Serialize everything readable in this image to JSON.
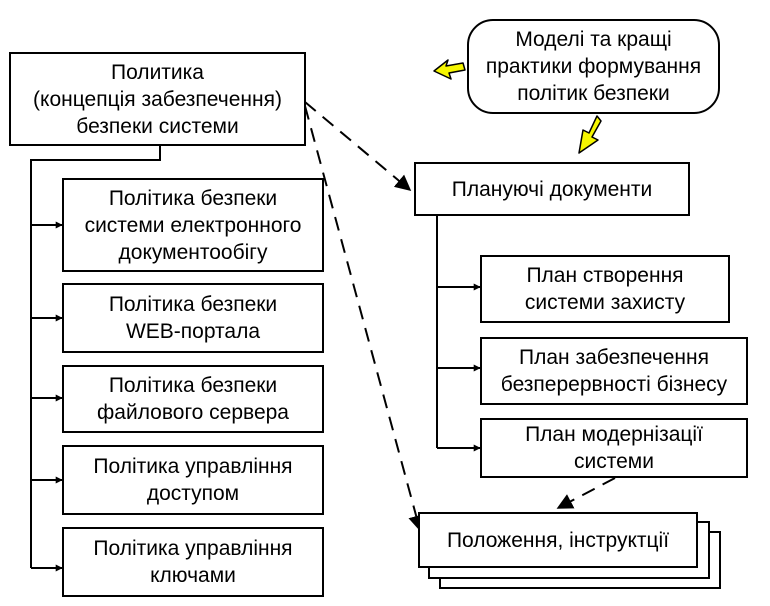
{
  "diagram": {
    "nodes": {
      "main_policy": "Политика\n(концепція забезпечення)\nбезпеки системи",
      "models": "Моделі та кращі\nпрактики формування\nполітик безпеки",
      "planning_docs": "Плануючі документи",
      "policy_edm": "Політика безпеки\nсистеми електронного\nдокументообігу",
      "policy_web": "Політика безпеки\nWEB-портала",
      "policy_file": "Політика безпеки\nфайлового сервера",
      "policy_access": "Політика управління\nдоступом",
      "policy_keys": "Політика управління\nключами",
      "plan_protection": "План створення\nсистеми захисту",
      "plan_continuity": "План забезпечення\nбезперервності бізнесу",
      "plan_modernization": "План модернізації\nсистеми",
      "regulations": "Положення, інструктції"
    },
    "colors": {
      "stroke": "#000000",
      "highlight_arrow": "#f5f500"
    }
  }
}
